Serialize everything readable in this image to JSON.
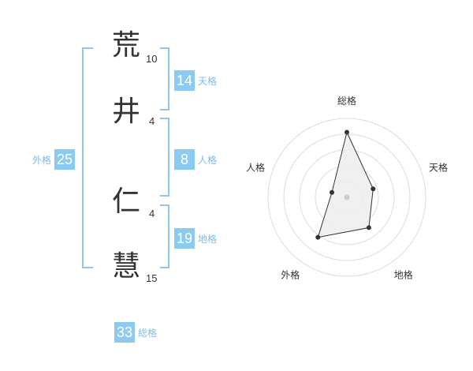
{
  "name_chars": [
    {
      "char": "荒",
      "strokes": "10"
    },
    {
      "char": "井",
      "strokes": "4"
    },
    {
      "char": "仁",
      "strokes": "4"
    },
    {
      "char": "慧",
      "strokes": "15"
    }
  ],
  "fortunes": {
    "tenkaku": {
      "value": "14",
      "label": "天格"
    },
    "jinkaku": {
      "value": "8",
      "label": "人格"
    },
    "chikaku": {
      "value": "19",
      "label": "地格"
    },
    "gaikaku": {
      "value": "25",
      "label": "外格"
    },
    "soukaku": {
      "value": "33",
      "label": "総格"
    }
  },
  "chart_data": {
    "type": "radar",
    "axes": [
      "総格",
      "天格",
      "地格",
      "外格",
      "人格"
    ],
    "values": [
      33,
      14,
      19,
      25,
      8
    ],
    "rings": 5,
    "ylim": [
      0,
      40
    ],
    "colors": {
      "fill": "#ededed",
      "line": "#333333",
      "ring": "#dddddd",
      "center": "#cccccc"
    }
  }
}
